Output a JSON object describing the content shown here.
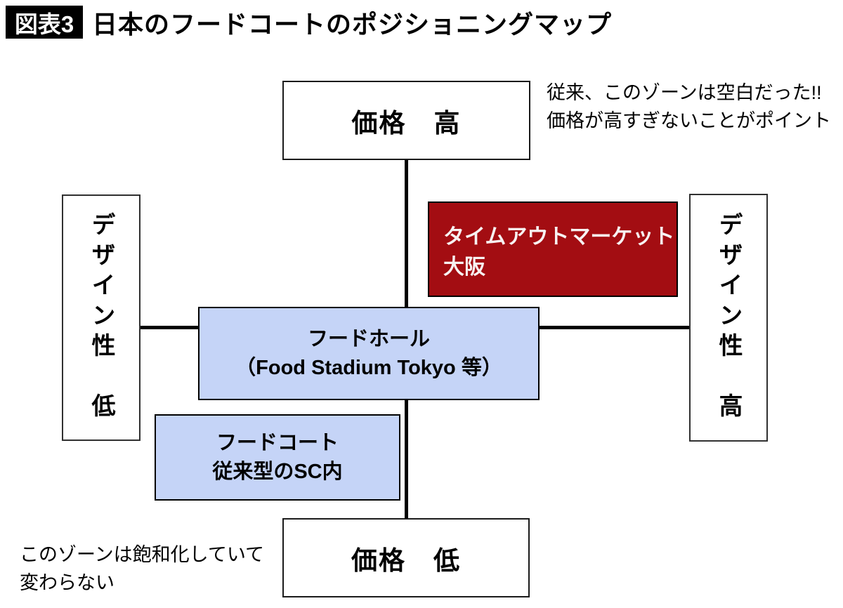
{
  "header": {
    "figure_label": "図表3",
    "title": "日本のフードコートのポジショニングマップ"
  },
  "axes": {
    "price_high": "価格　高",
    "price_low": "価格　低",
    "design_low": "デザイン性　低",
    "design_high": "デザイン性　高"
  },
  "boxes": {
    "timeout_market": {
      "line1": "タイムアウトマーケット",
      "line2": "大阪"
    },
    "food_hall": {
      "line1": "フードホール",
      "line2": "（Food Stadium Tokyo 等）"
    },
    "food_court": {
      "line1": "フードコート",
      "line2": "従来型のSC内"
    }
  },
  "annotations": {
    "top_right": {
      "line1": "従来、このゾーンは空白だった!!",
      "line2": "価格が高すぎないことがポイント"
    },
    "bottom_left": {
      "line1": "このゾーンは飽和化していて",
      "line2": "変わらない"
    }
  },
  "colors": {
    "badge_bg": "#000000",
    "badge_text": "#FFFFFF",
    "highlight_red": "#A30D12",
    "highlight_red_text": "#F7F2F2",
    "light_blue": "#C5D4F7",
    "line_black": "#000000"
  }
}
